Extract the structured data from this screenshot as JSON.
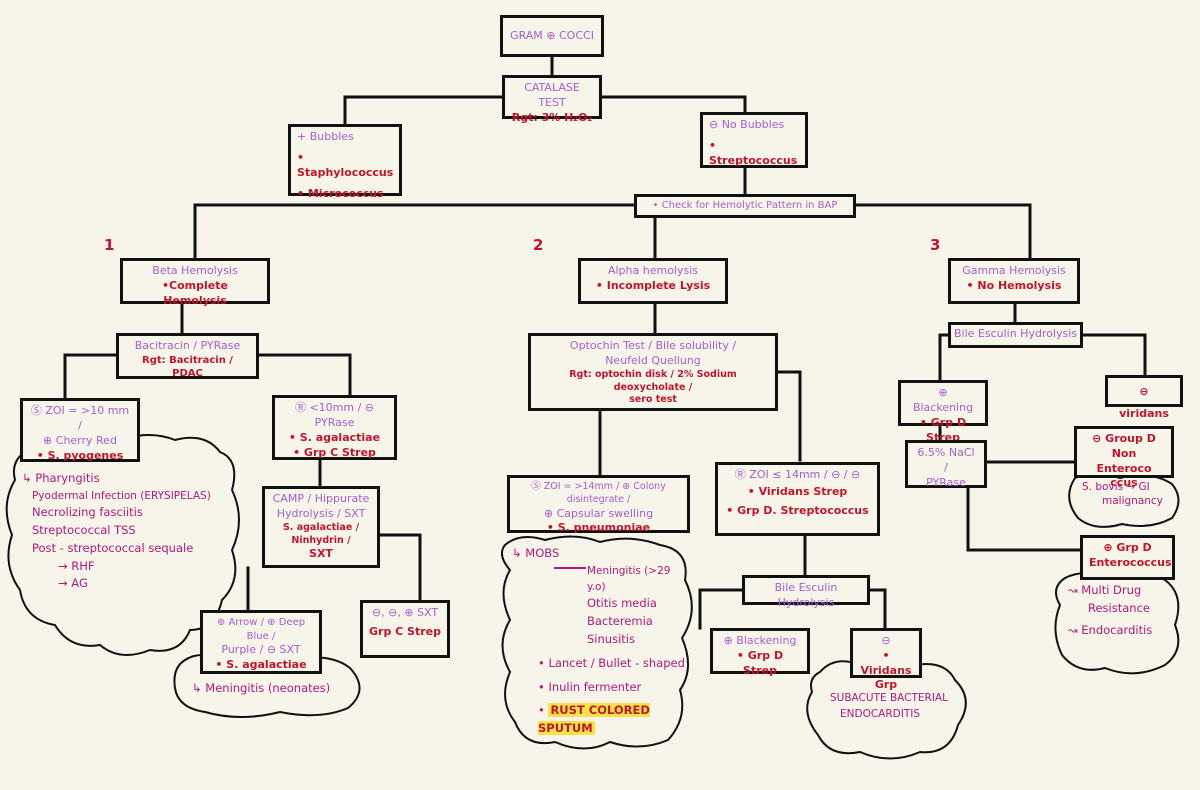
{
  "nodes": {
    "gram": "GRAM ⊕ COCCI",
    "catalase_title": "CATALASE TEST",
    "catalase_rgt": "Rgt: 3% H₂O₂",
    "pos_bubbles": "+ Bubbles",
    "staph": "• Staphylococcus",
    "micro": "• Micrococcus",
    "neg_bubbles": "⊖ No Bubbles",
    "strep": "• Streptococcus",
    "hemolytic": "• Check for Hemolytic Pattern in BAP",
    "num1": "1",
    "num2": "2",
    "num3": "3",
    "beta_title": "Beta Hemolysis",
    "beta_sub": "•Complete Hemolysis",
    "alpha_title": "Alpha hemolysis",
    "alpha_sub": "• Incomplete Lysis",
    "gamma_title": "Gamma Hemolysis",
    "gamma_sub": "• No Hemolysis",
    "bac_title": "Bacitracin / PYRase",
    "bac_rgt": "Rgt: Bacitracin / PDAC",
    "s_zoi_1": "Ⓢ ZOI = >10 mm /",
    "s_zoi_2": "⊕ Cherry Red",
    "s_pyogenes": "• S. pyogenes",
    "r_zoi": "Ⓡ <10mm / ⊖ PYRase",
    "r_agal": "• S. agalactiae",
    "r_grpc": "• Grp C Strep",
    "camp_1": "CAMP / Hippurate",
    "camp_2": "Hydrolysis / SXT",
    "camp_3": "S. agalactiae / Ninhydrin /",
    "camp_4": "SXT",
    "arrow_1": "⊕ Arrow / ⊕ Deep Blue /",
    "arrow_2": "Purple / ⊖ SXT",
    "arrow_agal": "• S. agalactiae",
    "neg_sxt_1": "⊖, ⊖, ⊕ SXT",
    "neg_sxt_2": "Grp C Strep",
    "opto_1": "Optochin Test / Bile solubility /",
    "opto_2": "Neufeld Quellung",
    "opto_rgt_1": "Rgt: optochin disk / 2% Sodium deoxycholate /",
    "opto_rgt_2": "sero test",
    "s_opto_1": "Ⓢ ZOI = >14mm / ⊕ Colony disintegrate /",
    "s_opto_2": "⊕ Capsular swelling",
    "s_pneumo": "• S. pneumoniae",
    "r_opto": "Ⓡ ZOI ≤ 14mm / ⊖ / ⊖",
    "r_viridans": "• Viridans Strep",
    "r_grpd": "• Grp D. Streptococcus",
    "bile_alpha": "Bile Esculin Hydrolysis",
    "black_alpha_1": "⊕ Blackening",
    "black_alpha_2": "• Grp D Strep",
    "vir_alpha_1": "⊖",
    "vir_alpha_2": "• Viridans",
    "vir_alpha_3": "Grp",
    "bile_gamma": "Bile Esculin Hydrolysis",
    "black_gamma_1": "⊕ Blackening",
    "black_gamma_2": "• Grp D Strep",
    "vir_gamma": "⊖ viridans",
    "nacl_1": "6.5% NaCl /",
    "nacl_2": "PYRase",
    "nonentero_1": "⊖ Group D",
    "nonentero_2": "Non Enteroco",
    "nonentero_3": "ccus",
    "entero_1": "⊕ Grp D",
    "entero_2": "Enterococcus"
  },
  "notes": {
    "pyogenes": [
      "↳ Pharyngitis",
      "Pyodermal Infection (ERYSIPELAS)",
      "Necrolizing fasciitis",
      "Streptococcal TSS",
      "Post - streptococcal sequale",
      "→ RHF",
      "→ AG"
    ],
    "neonates": "↳ Meningitis (neonates)",
    "mobs_title": "↳ MOBS",
    "mobs": [
      "Meningitis (>29 y.o)",
      "Otitis media",
      "Bacteremia",
      "Sinusitis"
    ],
    "pneumo_extra": [
      "• Lancet / Bullet - shaped",
      "• Inulin fermenter"
    ],
    "rust": "RUST COLORED SPUTUM",
    "sbe_1": "SUBACUTE BACTERIAL",
    "sbe_2": "ENDOCARDITIS",
    "bovis_1": "S. bovis → GI",
    "bovis_2": "malignancy",
    "entero_notes": [
      "↝ Multi Drug",
      "Resistance",
      "↝ Endocarditis"
    ]
  },
  "colors": {
    "line": "#111111",
    "purple": "#a35fcf",
    "red": "#c0152b",
    "magenta": "#b0197a",
    "highlight": "#f7e24a",
    "paper": "#f7f4ea"
  }
}
